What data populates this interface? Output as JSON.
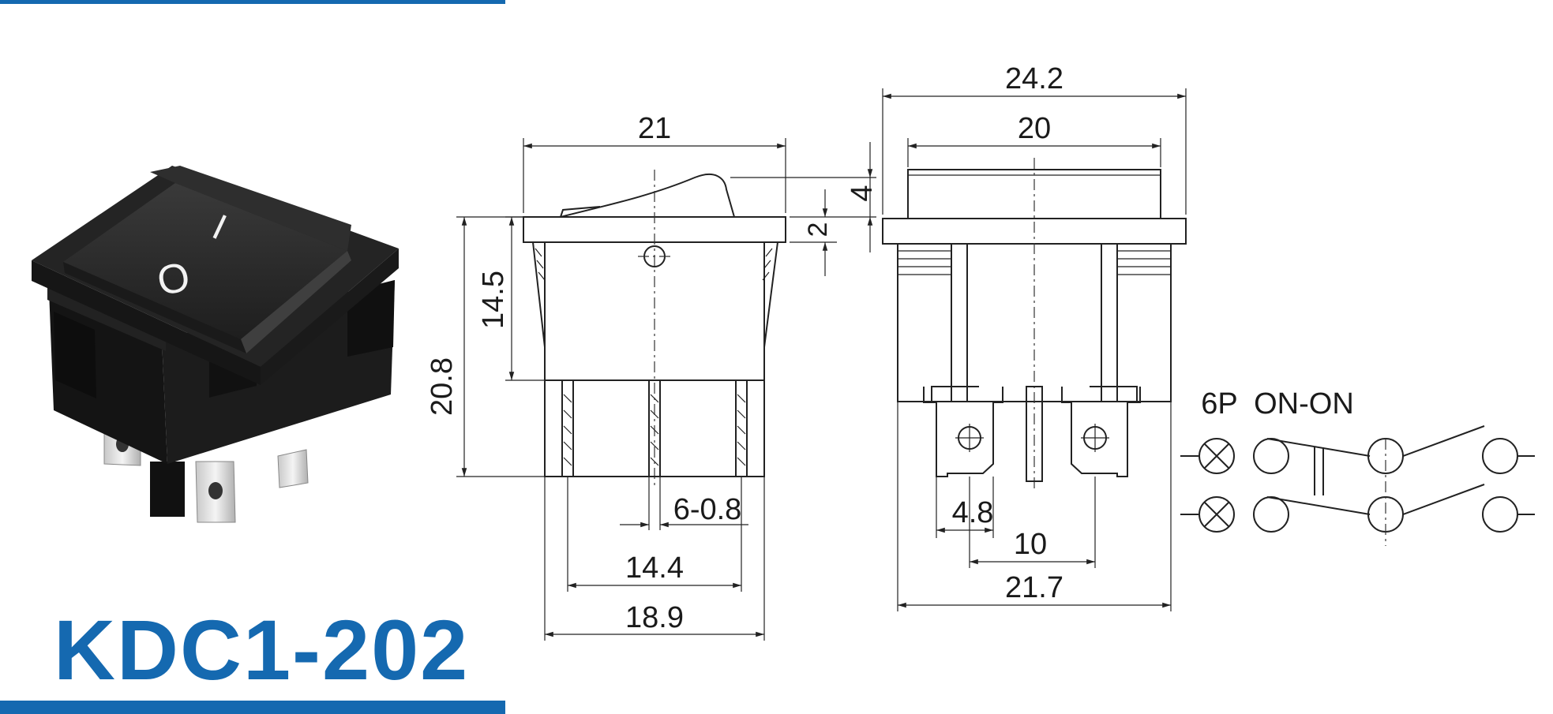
{
  "product": {
    "model": "KDC1-202",
    "photo_symbols": {
      "on": "I",
      "off": "O"
    }
  },
  "colors": {
    "brand_blue": "#1569b0",
    "switch_body": "#181818",
    "line": "#222222"
  },
  "front_view": {
    "width_top": "21",
    "rocker_height": "4",
    "frame_height": "2",
    "body_height": "14.5",
    "total_height": "20.8",
    "terminal": "6-0.8",
    "pitch_outer": "14.4",
    "base_width": "18.9"
  },
  "side_view": {
    "width_overall": "24.2",
    "width_inner": "20",
    "terminal_width": "4.8",
    "terminal_pitch": "10",
    "base_width": "21.7"
  },
  "circuit": {
    "label": "6P  ON-ON"
  }
}
